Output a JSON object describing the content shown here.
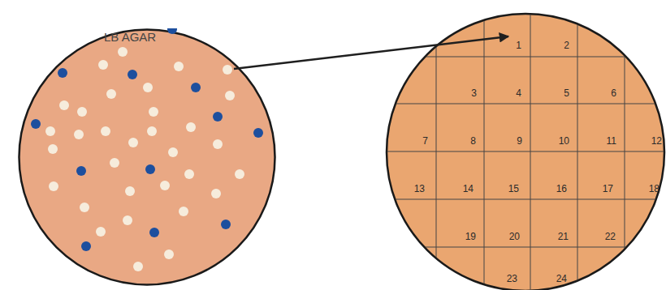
{
  "diagram": {
    "nodes": [
      {
        "text": [
          "LB AGAR"
        ]
      }
    ],
    "labels": [
      "1",
      "2",
      "3",
      "4",
      "5",
      "6",
      "7",
      "8",
      "9",
      "10",
      "11",
      "12",
      "13",
      "14",
      "15",
      "16",
      "17",
      "18",
      "19",
      "20",
      "21",
      "22",
      "23",
      "24"
    ]
  }
}
